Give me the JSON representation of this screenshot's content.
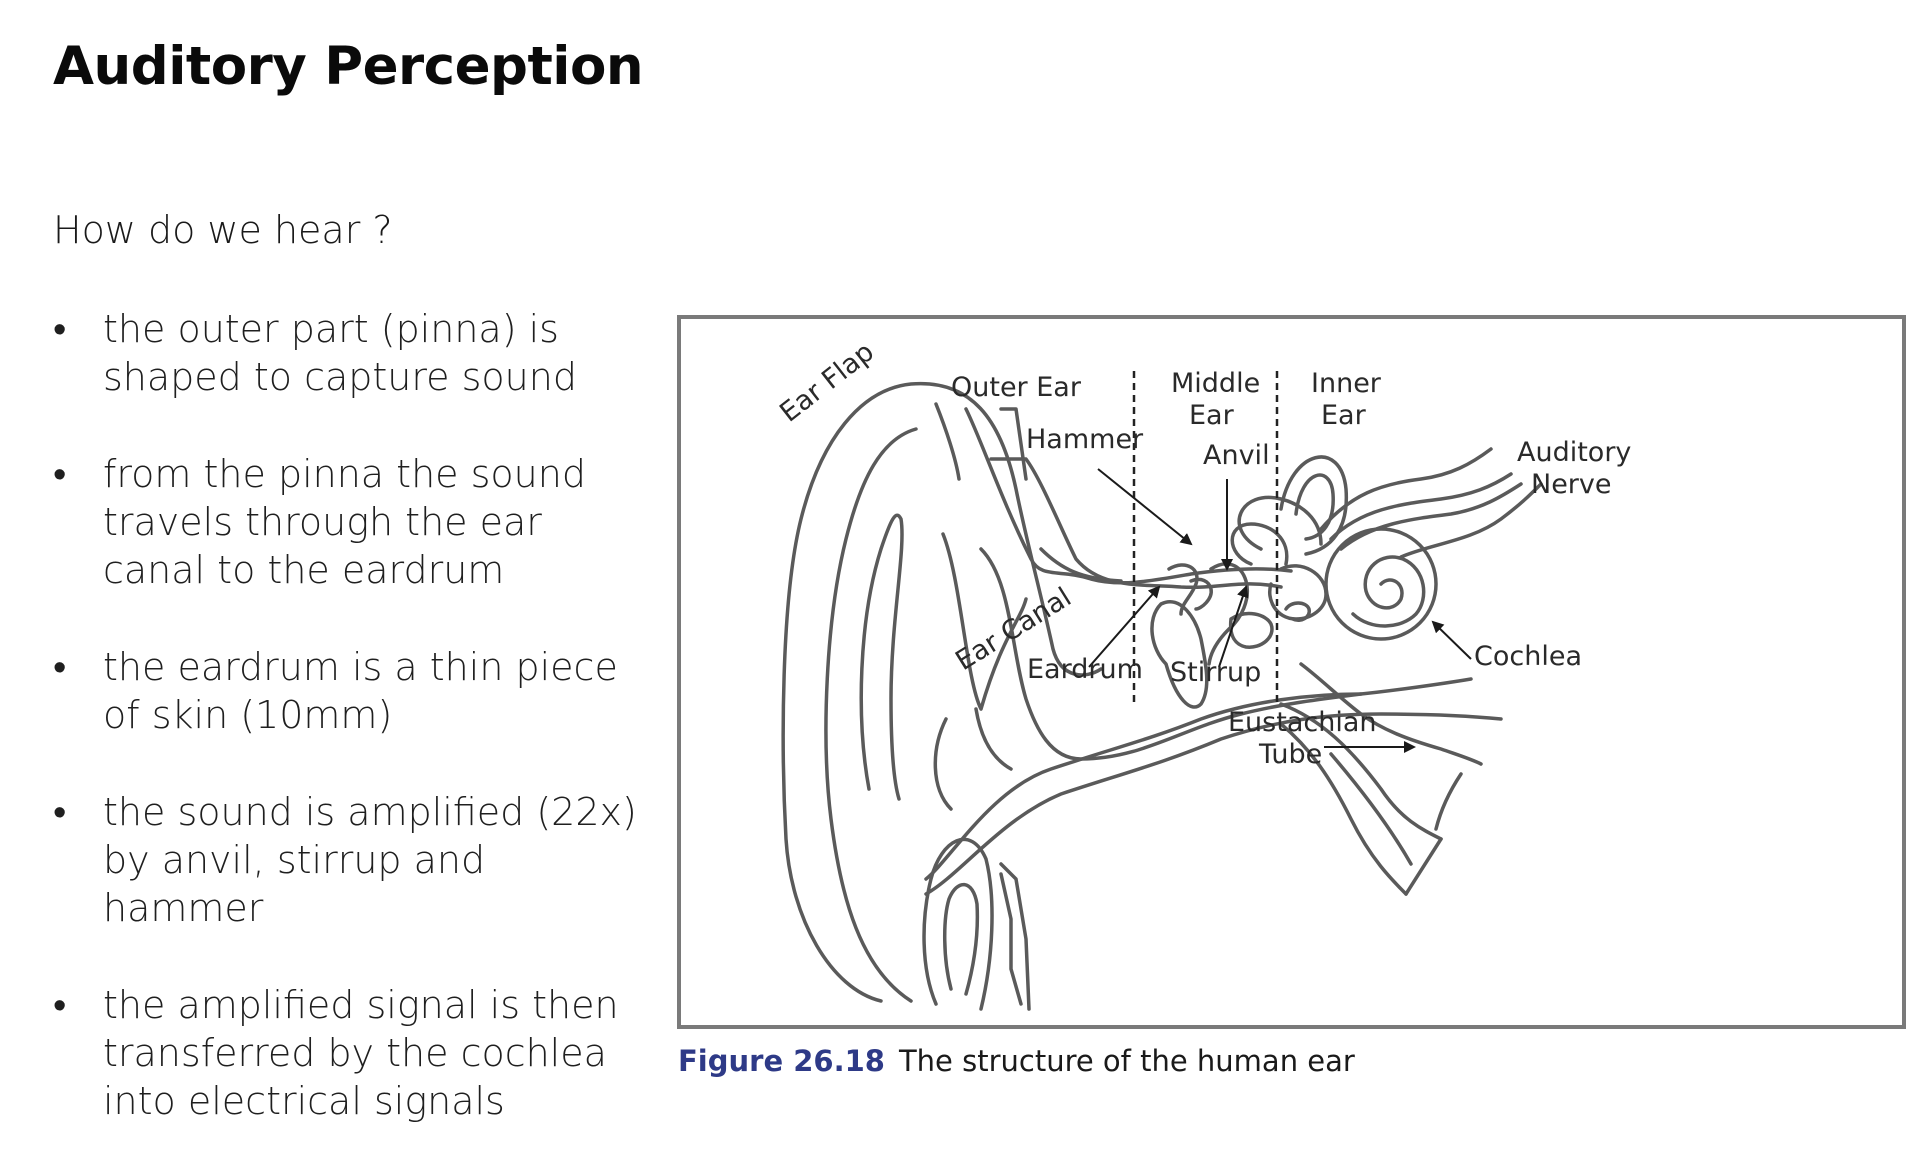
{
  "title": "Auditory Perception",
  "subtitle": "How do we hear ?",
  "bullets": [
    "the outer part (pinna) is shaped to capture sound",
    "from the pinna the sound travels through the ear canal to the eardrum",
    "the eardrum is a thin piece of skin (10mm)",
    "the sound is amplified (22x) by anvil, stirrup and hammer",
    "the amplified signal is then transferred by the cochlea into electrical signals"
  ],
  "figure": {
    "labels": {
      "ear_flap": "Ear Flap",
      "outer_ear": "Outer Ear",
      "middle_ear_1": "Middle",
      "middle_ear_2": "Ear",
      "inner_ear_1": "Inner",
      "inner_ear_2": "Ear",
      "hammer": "Hammer",
      "anvil": "Anvil",
      "auditory_nerve_1": "Auditory",
      "auditory_nerve_2": "Nerve",
      "ear_canal": "Ear Canal",
      "eardrum": "Eardrum",
      "stirrup": "Stirrup",
      "cochlea": "Cochlea",
      "eustachian_1": "Eustachian",
      "eustachian_2": "Tube"
    },
    "caption_number": "Figure 26.18",
    "caption_text": "The structure of the human ear"
  },
  "colors": {
    "caption_accent": "#2e3a87",
    "frame": "#7a7a7a",
    "line": "#5a5a5a"
  }
}
